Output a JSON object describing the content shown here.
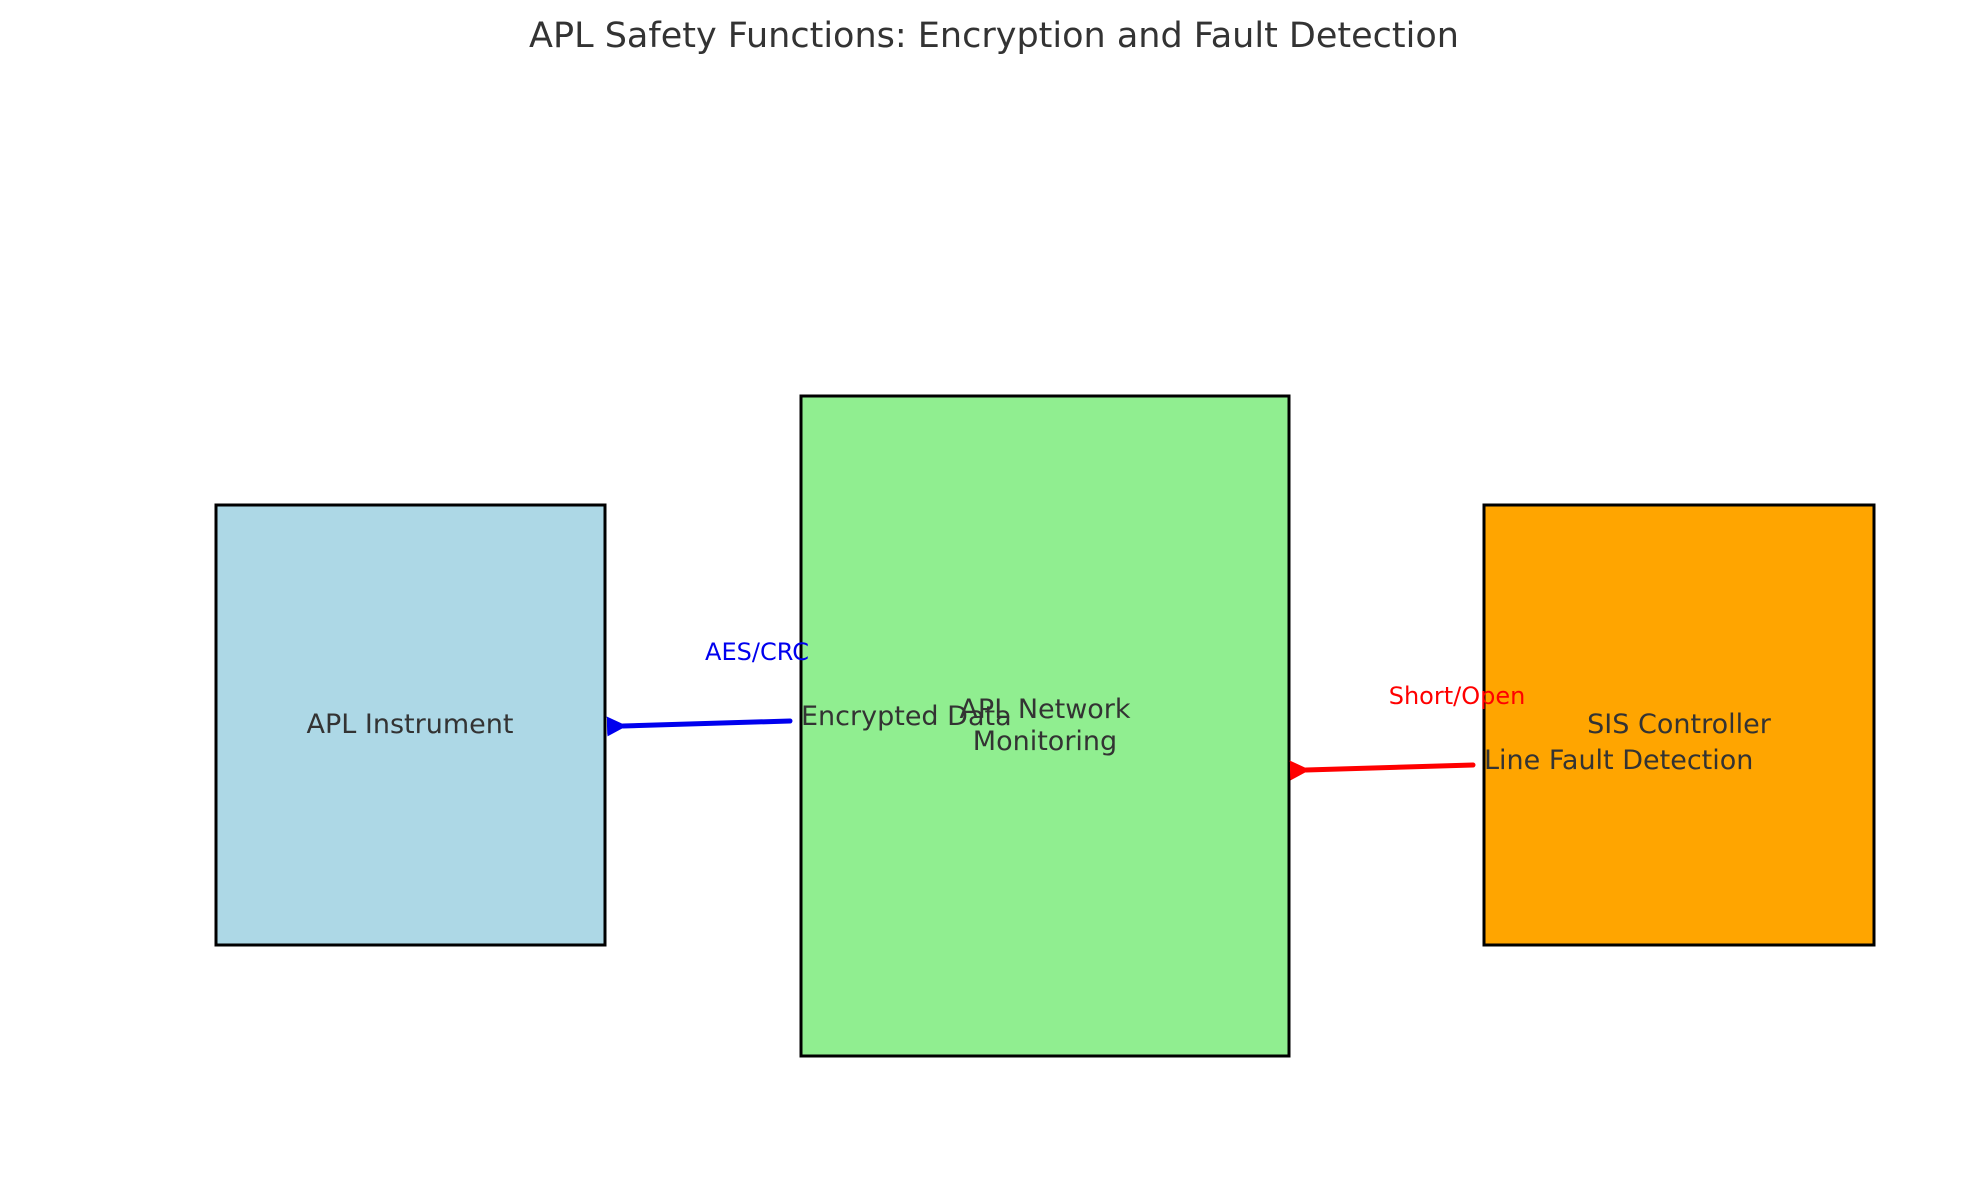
{
  "title": "APL Safety Functions: Encryption and Fault Detection",
  "nodes": {
    "instrument": {
      "label": "APL Instrument",
      "color": "#ADD8E6"
    },
    "network": {
      "label_line1": "APL Network",
      "label_line2": "Monitoring",
      "color": "#90EE90"
    },
    "sis": {
      "label": "SIS Controller",
      "color": "#FFA500"
    }
  },
  "edges": {
    "encrypted": {
      "from": "APL Network Monitoring",
      "to": "APL Instrument",
      "label": "Encrypted Data",
      "sublabel": "AES/CRC",
      "color": "#0000EE"
    },
    "fault": {
      "from": "SIS Controller",
      "to": "APL Network Monitoring",
      "label": "Line Fault Detection",
      "sublabel": "Short/Open",
      "color": "#FF0000"
    }
  }
}
